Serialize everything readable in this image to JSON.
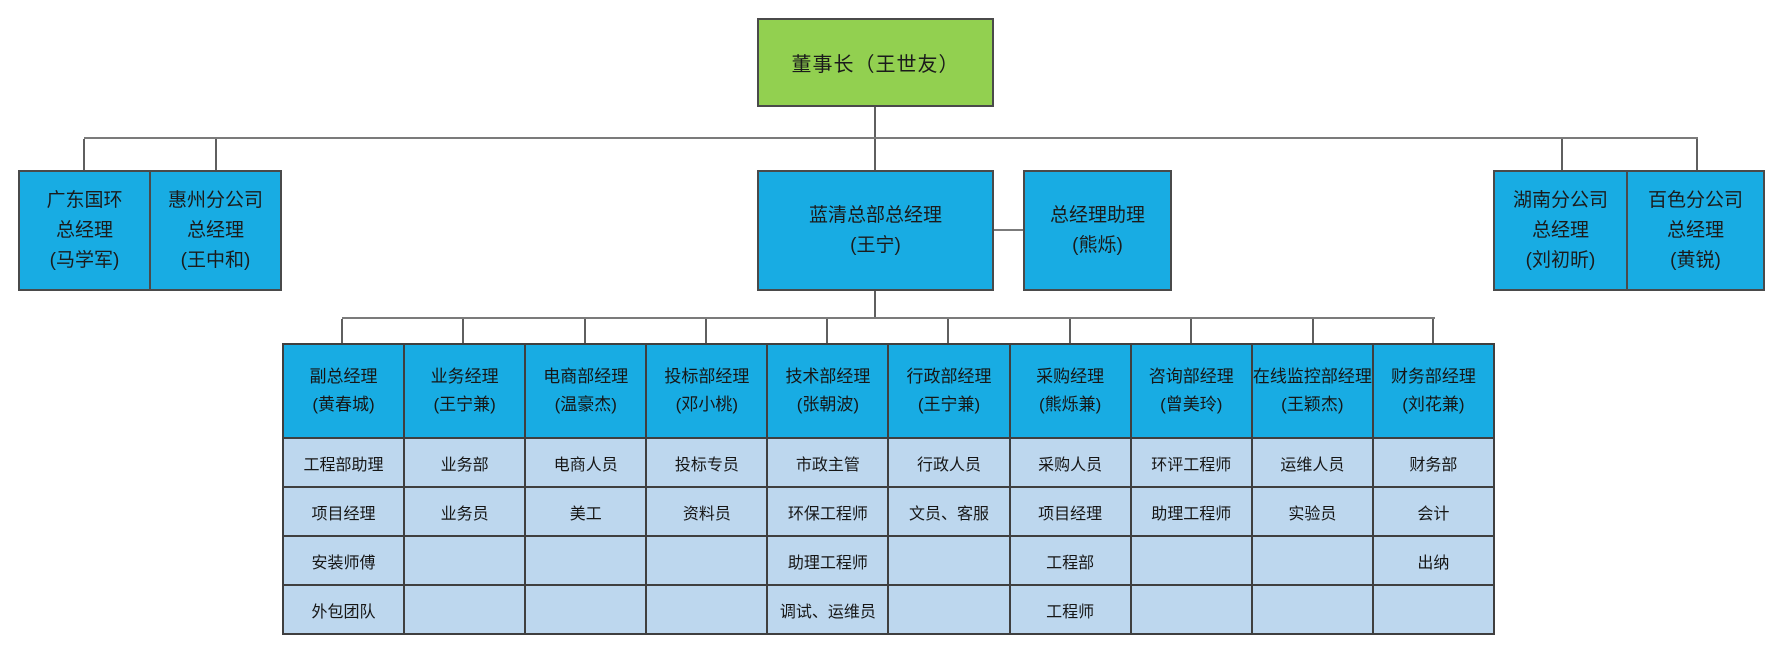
{
  "colors": {
    "chairman_fill": "#92D050",
    "node_fill": "#18ACE3",
    "cell_fill": "#BDD7EE",
    "connector": "#7B7B7B",
    "grid_border": "#3F3F3F",
    "text": "#1B1B1B"
  },
  "chairman": {
    "label": "董事长（王世友）"
  },
  "branches": [
    {
      "lines": [
        "广东国环",
        "总经理",
        "(马学军)"
      ]
    },
    {
      "lines": [
        "惠州分公司",
        "总经理",
        "(王中和)"
      ]
    },
    {
      "lines": [
        "蓝清总部总经理",
        "(王宁)"
      ]
    },
    {
      "lines": [
        "总经理助理",
        "(熊烁)"
      ]
    },
    {
      "lines": [
        "湖南分公司",
        "总经理",
        "(刘初昕)"
      ]
    },
    {
      "lines": [
        "百色分公司",
        "总经理",
        "(黄锐)"
      ]
    }
  ],
  "departments": {
    "headers": [
      {
        "title": "副总经理",
        "name": "(黄春城)"
      },
      {
        "title": "业务经理",
        "name": "(王宁兼)"
      },
      {
        "title": "电商部经理",
        "name": "(温豪杰)"
      },
      {
        "title": "投标部经理",
        "name": "(邓小桃)"
      },
      {
        "title": "技术部经理",
        "name": "(张朝波)"
      },
      {
        "title": "行政部经理",
        "name": "(王宁兼)"
      },
      {
        "title": "采购经理",
        "name": "(熊烁兼)"
      },
      {
        "title": "咨询部经理",
        "name": "(曾美玲)"
      },
      {
        "title": "在线监控部经理",
        "name": "(王颖杰)"
      },
      {
        "title": "财务部经理",
        "name": "(刘花兼)"
      }
    ],
    "rows": [
      [
        "工程部助理",
        "业务部",
        "电商人员",
        "投标专员",
        "市政主管",
        "行政人员",
        "采购人员",
        "环评工程师",
        "运维人员",
        "财务部"
      ],
      [
        "项目经理",
        "业务员",
        "美工",
        "资料员",
        "环保工程师",
        "文员、客服",
        "项目经理",
        "助理工程师",
        "实验员",
        "会计"
      ],
      [
        "安装师傅",
        "",
        "",
        "",
        "助理工程师",
        "",
        "工程部",
        "",
        "",
        "出纳"
      ],
      [
        "外包团队",
        "",
        "",
        "",
        "调试、运维员",
        "",
        "工程师",
        "",
        "",
        ""
      ]
    ]
  }
}
